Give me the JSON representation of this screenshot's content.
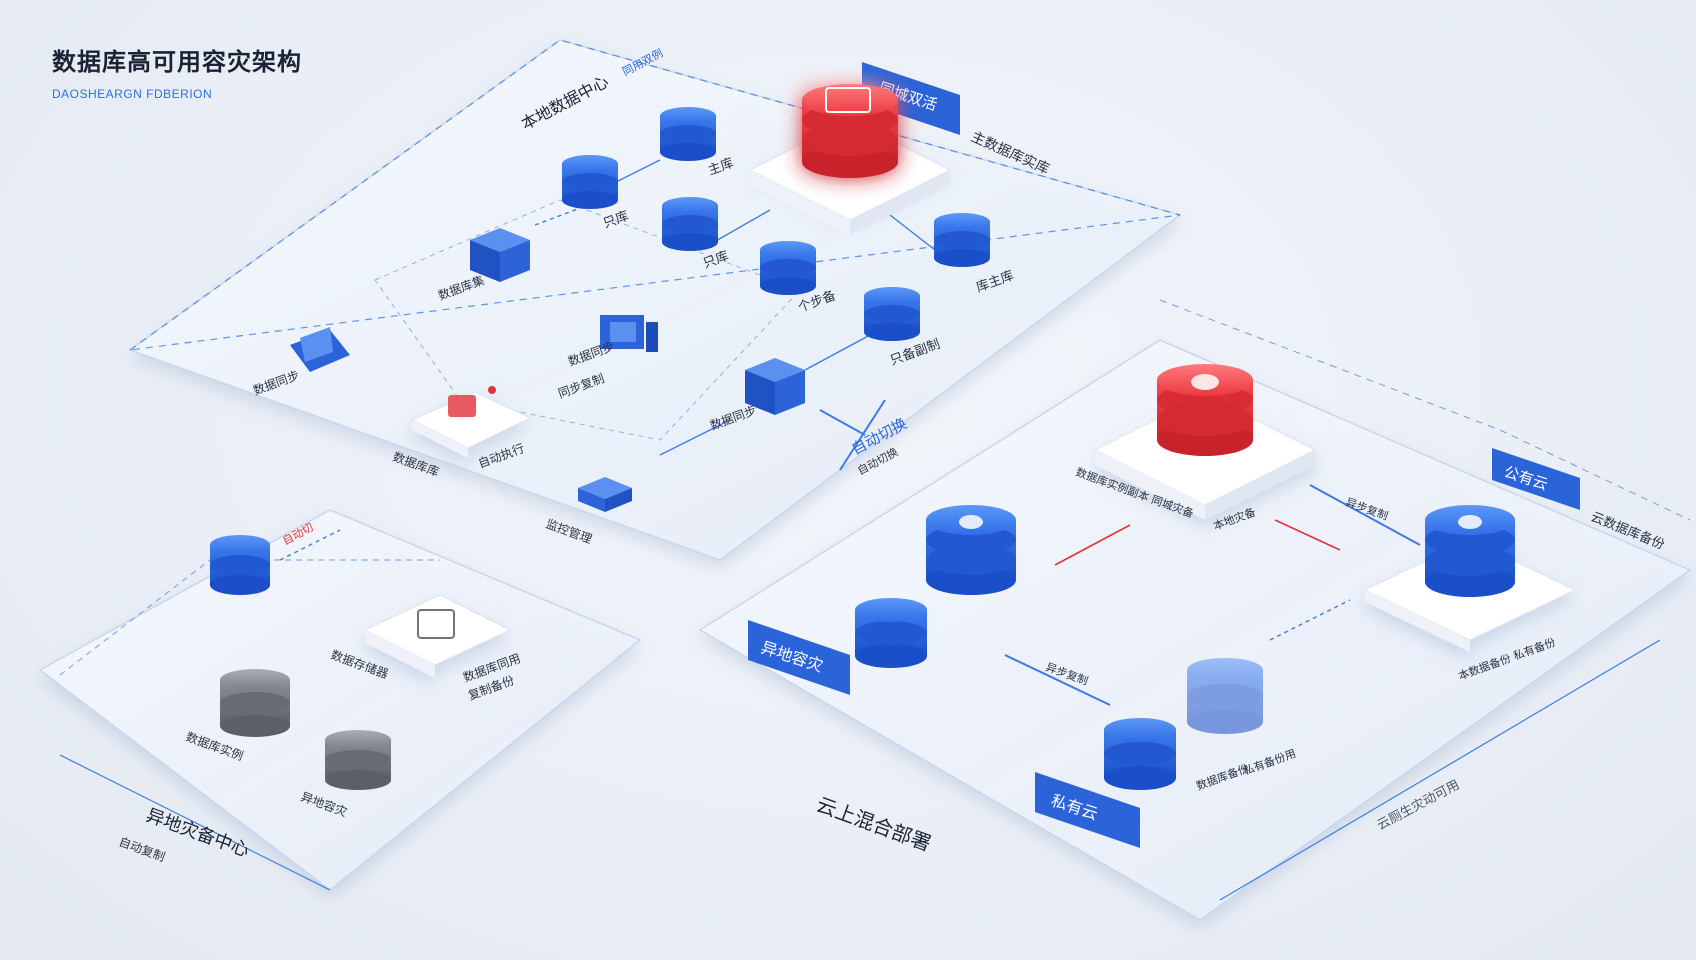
{
  "header": {
    "title": "数据库高可用容灾架构",
    "subtitle": "DAOSHEARGN FDBERION"
  },
  "local_dc": {
    "label": "本地数据中心",
    "tag": "同城双活",
    "side_label": "主数据库实库",
    "tag_small": "同用双例",
    "nodes": {
      "master": "主库",
      "replica_a": "只库",
      "replica_b": "只库",
      "standby": "库主库",
      "sync": "个步备",
      "readonly": "只备副制",
      "data_async": "数据同步",
      "data_async2": "数据同步",
      "storage": "数据库集",
      "dbserver": "数据库库",
      "engine": "自动执行",
      "sync_copy": "同步复制",
      "data_sync3": "数据同步",
      "monitor": "监控管理",
      "failover": "自动切换",
      "failover_small": "自动切换"
    }
  },
  "remote_dc": {
    "label": "异地灾备中心",
    "sub": "自动复制",
    "tag": "自动切",
    "nodes": {
      "backup_server": "数据存储器",
      "db_rep": "数据库同用",
      "db_rep2": "复制备份",
      "gray_a": "数据库实例",
      "gray_b": "异地容灾"
    }
  },
  "hybrid": {
    "label": "云上混合部署",
    "tag_left": "异地容灾",
    "tag_private": "私有云",
    "tag_public": "公有云",
    "side_public": "云数据库备份",
    "public_note": "云厕生灾动可用",
    "nodes": {
      "primary_db": "数据库实例副本 同城灾备",
      "primary_db2": "本地灾备",
      "public_db": "本数据备份 私有备份",
      "sync_a": "异步复制",
      "sync_b": "异步复制",
      "private_a": "数据库备份",
      "private_b": "私有备份用"
    }
  },
  "colors": {
    "blue": "#2266dd",
    "red": "#e5323a",
    "gray": "#6f7379",
    "line": "#3b7be8"
  }
}
